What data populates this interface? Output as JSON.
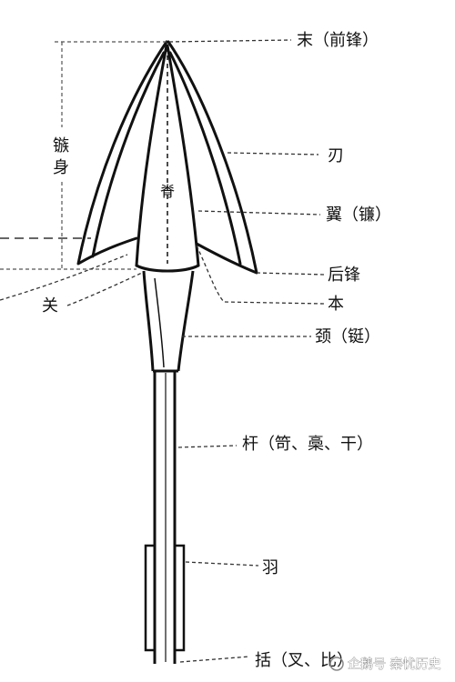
{
  "labels": {
    "tip": "末（前锋）",
    "edge": "刃",
    "wing": "翼（镰）",
    "rear_barb": "后锋",
    "base": "本",
    "neck": "颈（铤）",
    "shaft": "杆（笴、槀、干）",
    "feather": "羽",
    "nock": "括（叉、比）",
    "guard": "关",
    "spine": "脊",
    "body_char1": "镞",
    "body_char2": "身"
  },
  "watermark": "企鹅号 秦忧历史"
}
